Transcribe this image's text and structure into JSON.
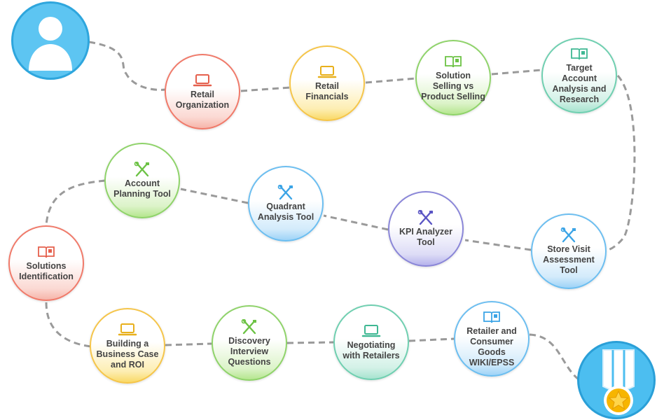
{
  "nodes": [
    {
      "id": "retail-organization",
      "label": "Retail\nOrganization",
      "icon": "laptop-icon",
      "color": "red"
    },
    {
      "id": "retail-financials",
      "label": "Retail\nFinancials",
      "icon": "laptop-icon",
      "color": "yellow"
    },
    {
      "id": "solution-selling",
      "label": "Solution\nSelling vs\nProduct Selling",
      "icon": "book-icon",
      "color": "green"
    },
    {
      "id": "target-account",
      "label": "Target\nAccount\nAnalysis and\nResearch",
      "icon": "book-icon",
      "color": "teal"
    },
    {
      "id": "account-planning",
      "label": "Account\nPlanning Tool",
      "icon": "tools-icon",
      "color": "green"
    },
    {
      "id": "quadrant-analysis",
      "label": "Quadrant\nAnalysis Tool",
      "icon": "tools-icon",
      "color": "blue"
    },
    {
      "id": "kpi-analyzer",
      "label": "KPI Analyzer\nTool",
      "icon": "tools-icon",
      "color": "purple"
    },
    {
      "id": "store-visit",
      "label": "Store Visit\nAssessment\nTool",
      "icon": "tools-icon",
      "color": "blue"
    },
    {
      "id": "solutions-identification",
      "label": "Solutions\nIdentification",
      "icon": "book-icon",
      "color": "red"
    },
    {
      "id": "business-case",
      "label": "Building a\nBusiness Case\nand ROI",
      "icon": "laptop-icon",
      "color": "yellow"
    },
    {
      "id": "discovery-interview",
      "label": "Discovery\nInterview\nQuestions",
      "icon": "tools-icon",
      "color": "green"
    },
    {
      "id": "negotiating",
      "label": "Negotiating\nwith Retailers",
      "icon": "laptop-icon",
      "color": "teal"
    },
    {
      "id": "retailer-wiki",
      "label": "Retailer and\nConsumer Goods\nWIKI/EPSS",
      "icon": "book-icon",
      "color": "blue"
    }
  ],
  "start_icon": "user-avatar-icon",
  "finish_icon": "medal-star-icon"
}
